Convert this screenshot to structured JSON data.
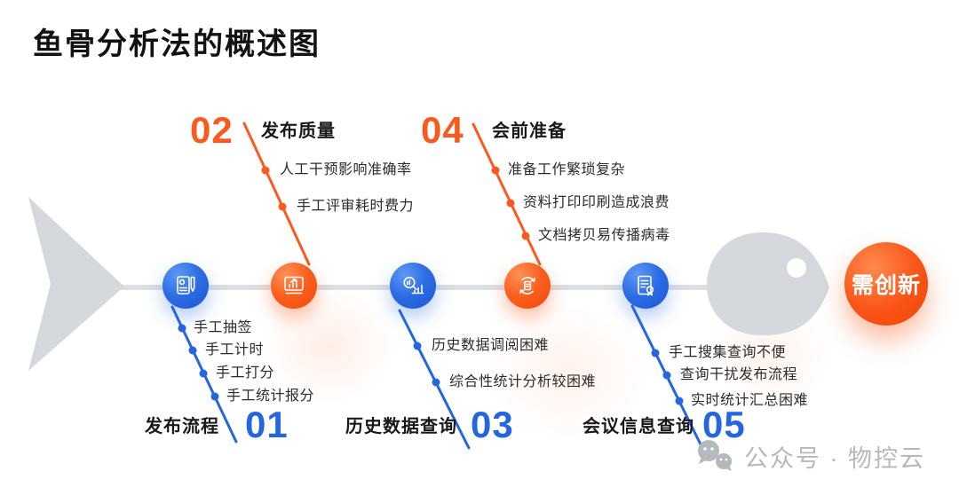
{
  "title": "鱼骨分析法的概述图",
  "colors": {
    "accent_orange": "#fa5a1e",
    "accent_blue": "#2465e0",
    "fish_gray": "#d5d8dc",
    "spine_gray": "#dcdfe3",
    "text_dark": "#2b2b2b",
    "watermark_gray": "#b5b8bd"
  },
  "fish": {
    "head_badge": "需创新"
  },
  "branches": {
    "top": [
      {
        "number": "02",
        "label": "发布质量",
        "items": [
          "人工干预影响准确率",
          "手工评审耗时费力"
        ]
      },
      {
        "number": "04",
        "label": "会前准备",
        "items": [
          "准备工作繁琐复杂",
          "资料打印印刷造成浪费",
          "文档拷贝易传播病毒"
        ]
      }
    ],
    "bottom": [
      {
        "number": "01",
        "label": "发布流程",
        "items": [
          "手工抽签",
          "手工计时",
          "手工打分",
          "手工统计报分"
        ]
      },
      {
        "number": "03",
        "label": "历史数据查询",
        "items": [
          "历史数据调阅困难",
          "综合性统计分析较困难"
        ]
      },
      {
        "number": "05",
        "label": "会议信息查询",
        "items": [
          "手工搜集查询不便",
          "查询干扰发布流程",
          "实时统计汇总困难"
        ]
      }
    ]
  },
  "nodes": [
    {
      "icon": "register-book-icon",
      "color": "blue"
    },
    {
      "icon": "chart-growth-icon",
      "color": "orange"
    },
    {
      "icon": "search-stats-icon",
      "color": "blue"
    },
    {
      "icon": "document-exchange-icon",
      "color": "orange"
    },
    {
      "icon": "certified-document-icon",
      "color": "blue"
    }
  ],
  "watermark": {
    "icon": "wechat-icon",
    "text": "公众号 · 物控云"
  }
}
